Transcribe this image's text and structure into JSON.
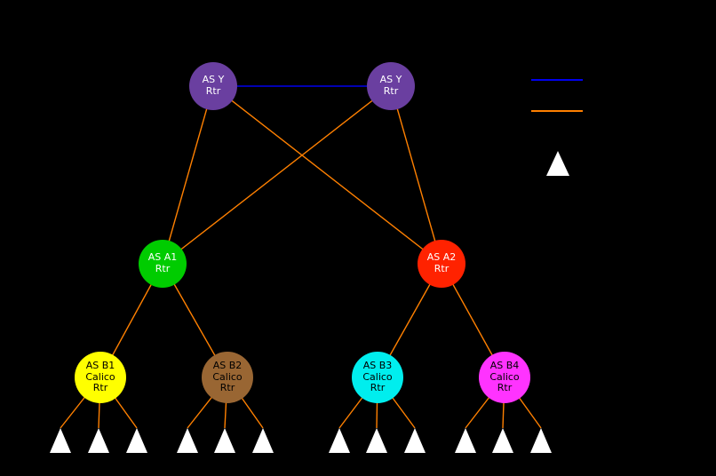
{
  "colors": {
    "background": "#000000",
    "ibgp_line": "#0000ee",
    "ebgp_line": "#ff8000",
    "server_triangle": "#ffffff"
  },
  "nodes": [
    {
      "name": "as-y-rtr-left",
      "label": "AS Y\nRtr",
      "fill": "#6a3fa0",
      "text": "#ffffff"
    },
    {
      "name": "as-y-rtr-right",
      "label": "AS Y\nRtr",
      "fill": "#6a3fa0",
      "text": "#ffffff"
    },
    {
      "name": "as-a1-rtr",
      "label": "AS A1\nRtr",
      "fill": "#00cc00",
      "text": "#ffffff"
    },
    {
      "name": "as-a2-rtr",
      "label": "AS A2\nRtr",
      "fill": "#ff2200",
      "text": "#ffffff"
    },
    {
      "name": "as-b1-calico-rtr",
      "label": "AS B1\nCalico\nRtr",
      "fill": "#ffff00",
      "text": "#000000"
    },
    {
      "name": "as-b2-calico-rtr",
      "label": "AS B2\nCalico\nRtr",
      "fill": "#996633",
      "text": "#000000"
    },
    {
      "name": "as-b3-calico-rtr",
      "label": "AS B3\nCalico\nRtr",
      "fill": "#00eeee",
      "text": "#000000"
    },
    {
      "name": "as-b4-calico-rtr",
      "label": "AS B4\nCalico\nRtr",
      "fill": "#ff33ff",
      "text": "#000000"
    }
  ],
  "legend": {
    "line1_color": "#0000ee",
    "line2_color": "#ff8000",
    "triangle_color": "#ffffff"
  }
}
